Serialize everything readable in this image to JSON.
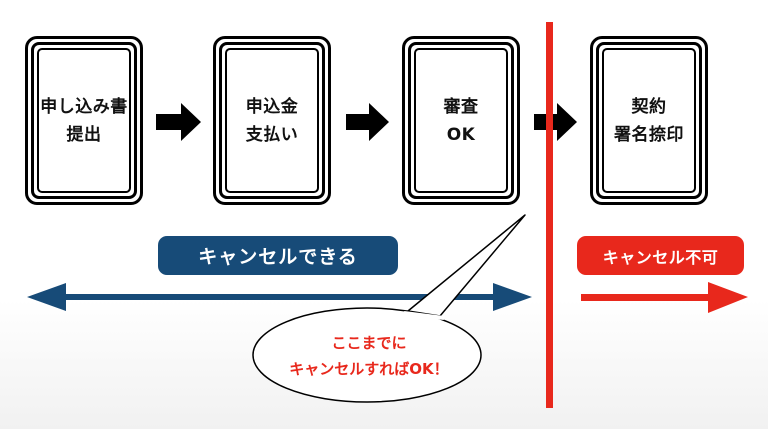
{
  "steps": [
    {
      "lines": [
        "申し込み書",
        "提出"
      ],
      "icon": "document-card"
    },
    {
      "lines": [
        "申込金",
        "支払い"
      ],
      "icon": "document-card"
    },
    {
      "lines": [
        "審査",
        "OK"
      ],
      "icon": "document-card"
    },
    {
      "lines": [
        "契約",
        "署名捺印"
      ],
      "icon": "document-card"
    }
  ],
  "cancelable_label": "キャンセルできる",
  "not_cancelable_label": "キャンセル不可",
  "bubble": {
    "lines": [
      "ここまでに",
      "キャンセルすればOK！"
    ]
  },
  "colors": {
    "navy": "#174b78",
    "red": "#e8281c",
    "black": "#000000"
  }
}
